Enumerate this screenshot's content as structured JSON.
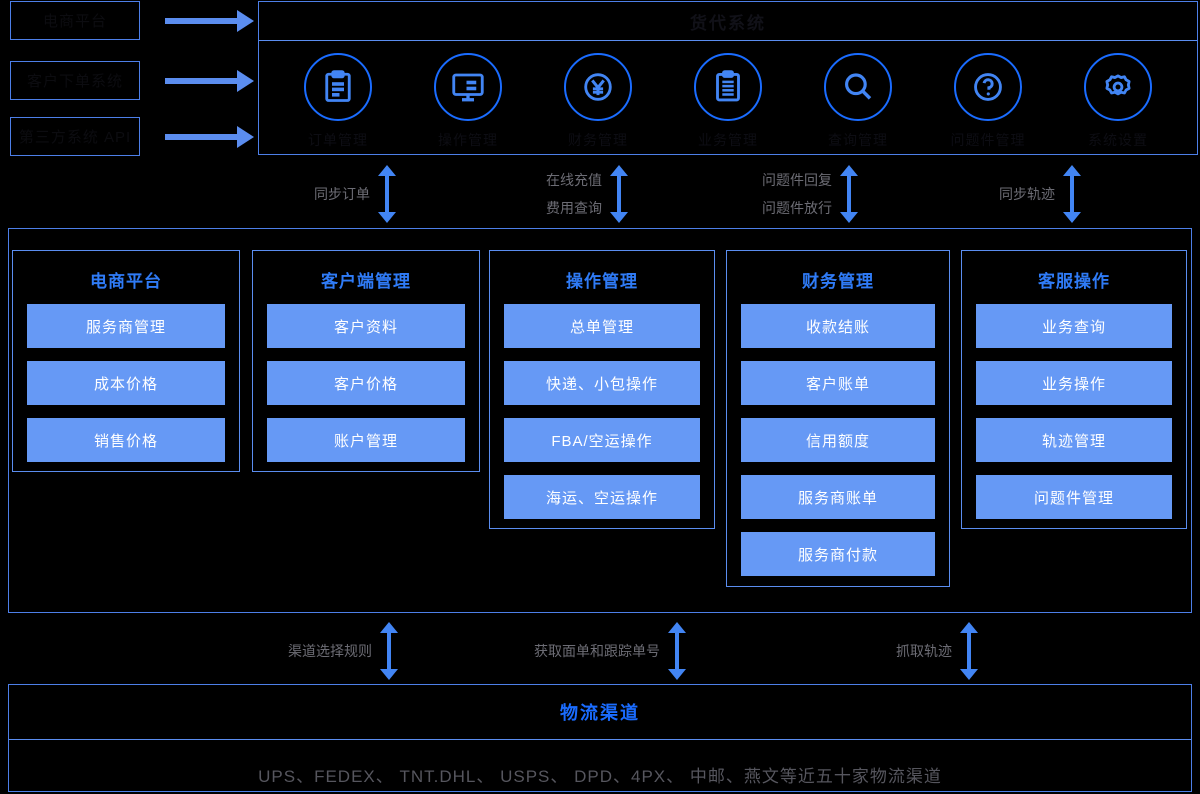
{
  "sources": [
    {
      "label": "电商平台"
    },
    {
      "label": "客户下单系统"
    },
    {
      "label": "第三方系统 API"
    }
  ],
  "platform": {
    "title": "货代系统",
    "icons": [
      {
        "icon": "order-clipboard-icon",
        "label": "订单管理"
      },
      {
        "icon": "monitor-icon",
        "label": "操作管理"
      },
      {
        "icon": "yen-icon",
        "label": "财务管理"
      },
      {
        "icon": "clipboard-icon",
        "label": "业务管理"
      },
      {
        "icon": "search-icon",
        "label": "查询管理"
      },
      {
        "icon": "question-icon",
        "label": "问题件管理"
      },
      {
        "icon": "gear-icon",
        "label": "系统设置"
      }
    ]
  },
  "connectors_top": [
    {
      "lines": [
        "同步订单"
      ],
      "arrow": "double-vertical-arrow"
    },
    {
      "lines": [
        "在线充值",
        "费用查询"
      ],
      "arrow": "double-vertical-arrow"
    },
    {
      "lines": [
        "问题件回复",
        "问题件放行"
      ],
      "arrow": "double-vertical-arrow"
    },
    {
      "lines": [
        "同步轨迹"
      ],
      "arrow": "double-vertical-arrow"
    }
  ],
  "modules": [
    {
      "title": "电商平台",
      "items": [
        "服务商管理",
        "成本价格",
        "销售价格"
      ]
    },
    {
      "title": "客户端管理",
      "items": [
        "客户资料",
        "客户价格",
        "账户管理"
      ]
    },
    {
      "title": "操作管理",
      "items": [
        "总单管理",
        "快递、小包操作",
        "FBA/空运操作",
        "海运、空运操作"
      ]
    },
    {
      "title": "财务管理",
      "items": [
        "收款结账",
        "客户账单",
        "信用额度",
        "服务商账单",
        "服务商付款"
      ]
    },
    {
      "title": "客服操作",
      "items": [
        "业务查询",
        "业务操作",
        "轨迹管理",
        "问题件管理"
      ]
    }
  ],
  "connectors_bottom": [
    {
      "lines": [
        "渠道选择规则"
      ],
      "arrow": "double-vertical-arrow"
    },
    {
      "lines": [
        "获取面单和跟踪单号"
      ],
      "arrow": "double-vertical-arrow"
    },
    {
      "lines": [
        "抓取轨迹"
      ],
      "arrow": "double-vertical-arrow"
    }
  ],
  "channel": {
    "title": "物流渠道",
    "list": "UPS、FEDEX、 TNT.DHL、 USPS、 DPD、4PX、 中邮、燕文等近五十家物流渠道"
  },
  "colors": {
    "accent": "#4285f4",
    "icon_blue": "#1a6cff",
    "item_fill": "#6699f5",
    "border": "#4d7fe8",
    "caption": "#6c6c74",
    "background": "#000000"
  }
}
